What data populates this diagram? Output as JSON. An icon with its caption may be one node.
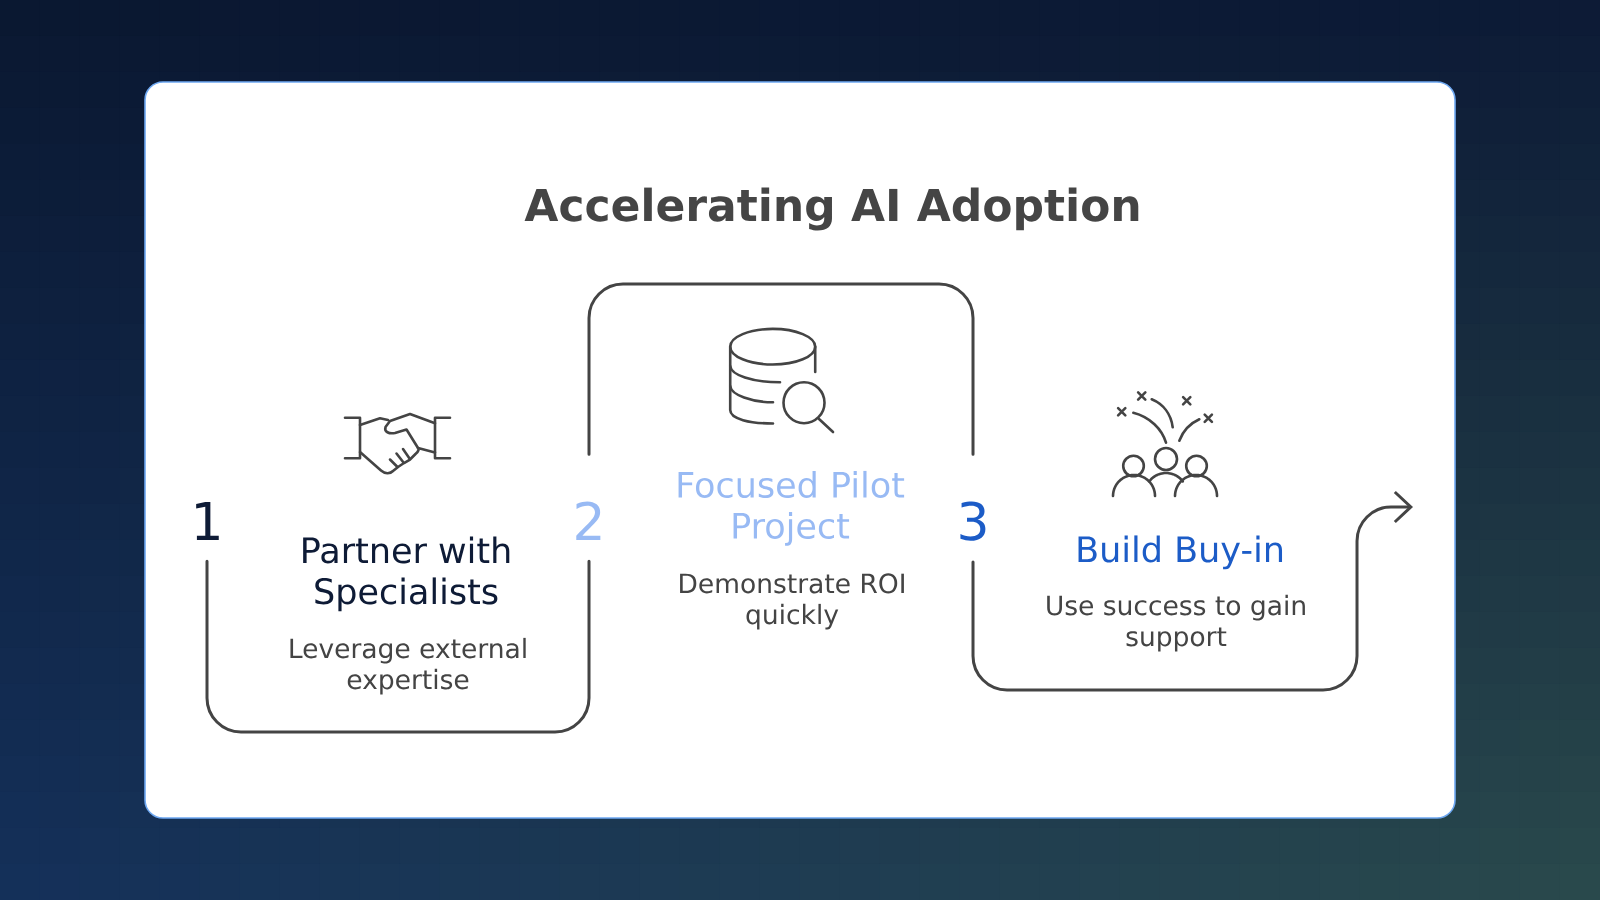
{
  "diagram": {
    "title": "Accelerating AI Adoption",
    "nodes": [
      {
        "text": [
          "1"
        ],
        "beside": [
          "Partner with Specialists",
          "Leverage external expertise"
        ]
      },
      {
        "text": [
          "2"
        ],
        "beside": [
          "Focused Pilot Project",
          "Demonstrate ROI quickly"
        ]
      },
      {
        "text": [
          "3"
        ],
        "beside": [
          "Build Buy-in",
          "Use success to gain support"
        ]
      }
    ],
    "edges": [
      {
        "from": 0,
        "to": 1,
        "arrow": "none"
      },
      {
        "from": 1,
        "to": 2,
        "arrow": "none"
      },
      {
        "from": 2,
        "to": null,
        "arrow": "to"
      }
    ]
  }
}
